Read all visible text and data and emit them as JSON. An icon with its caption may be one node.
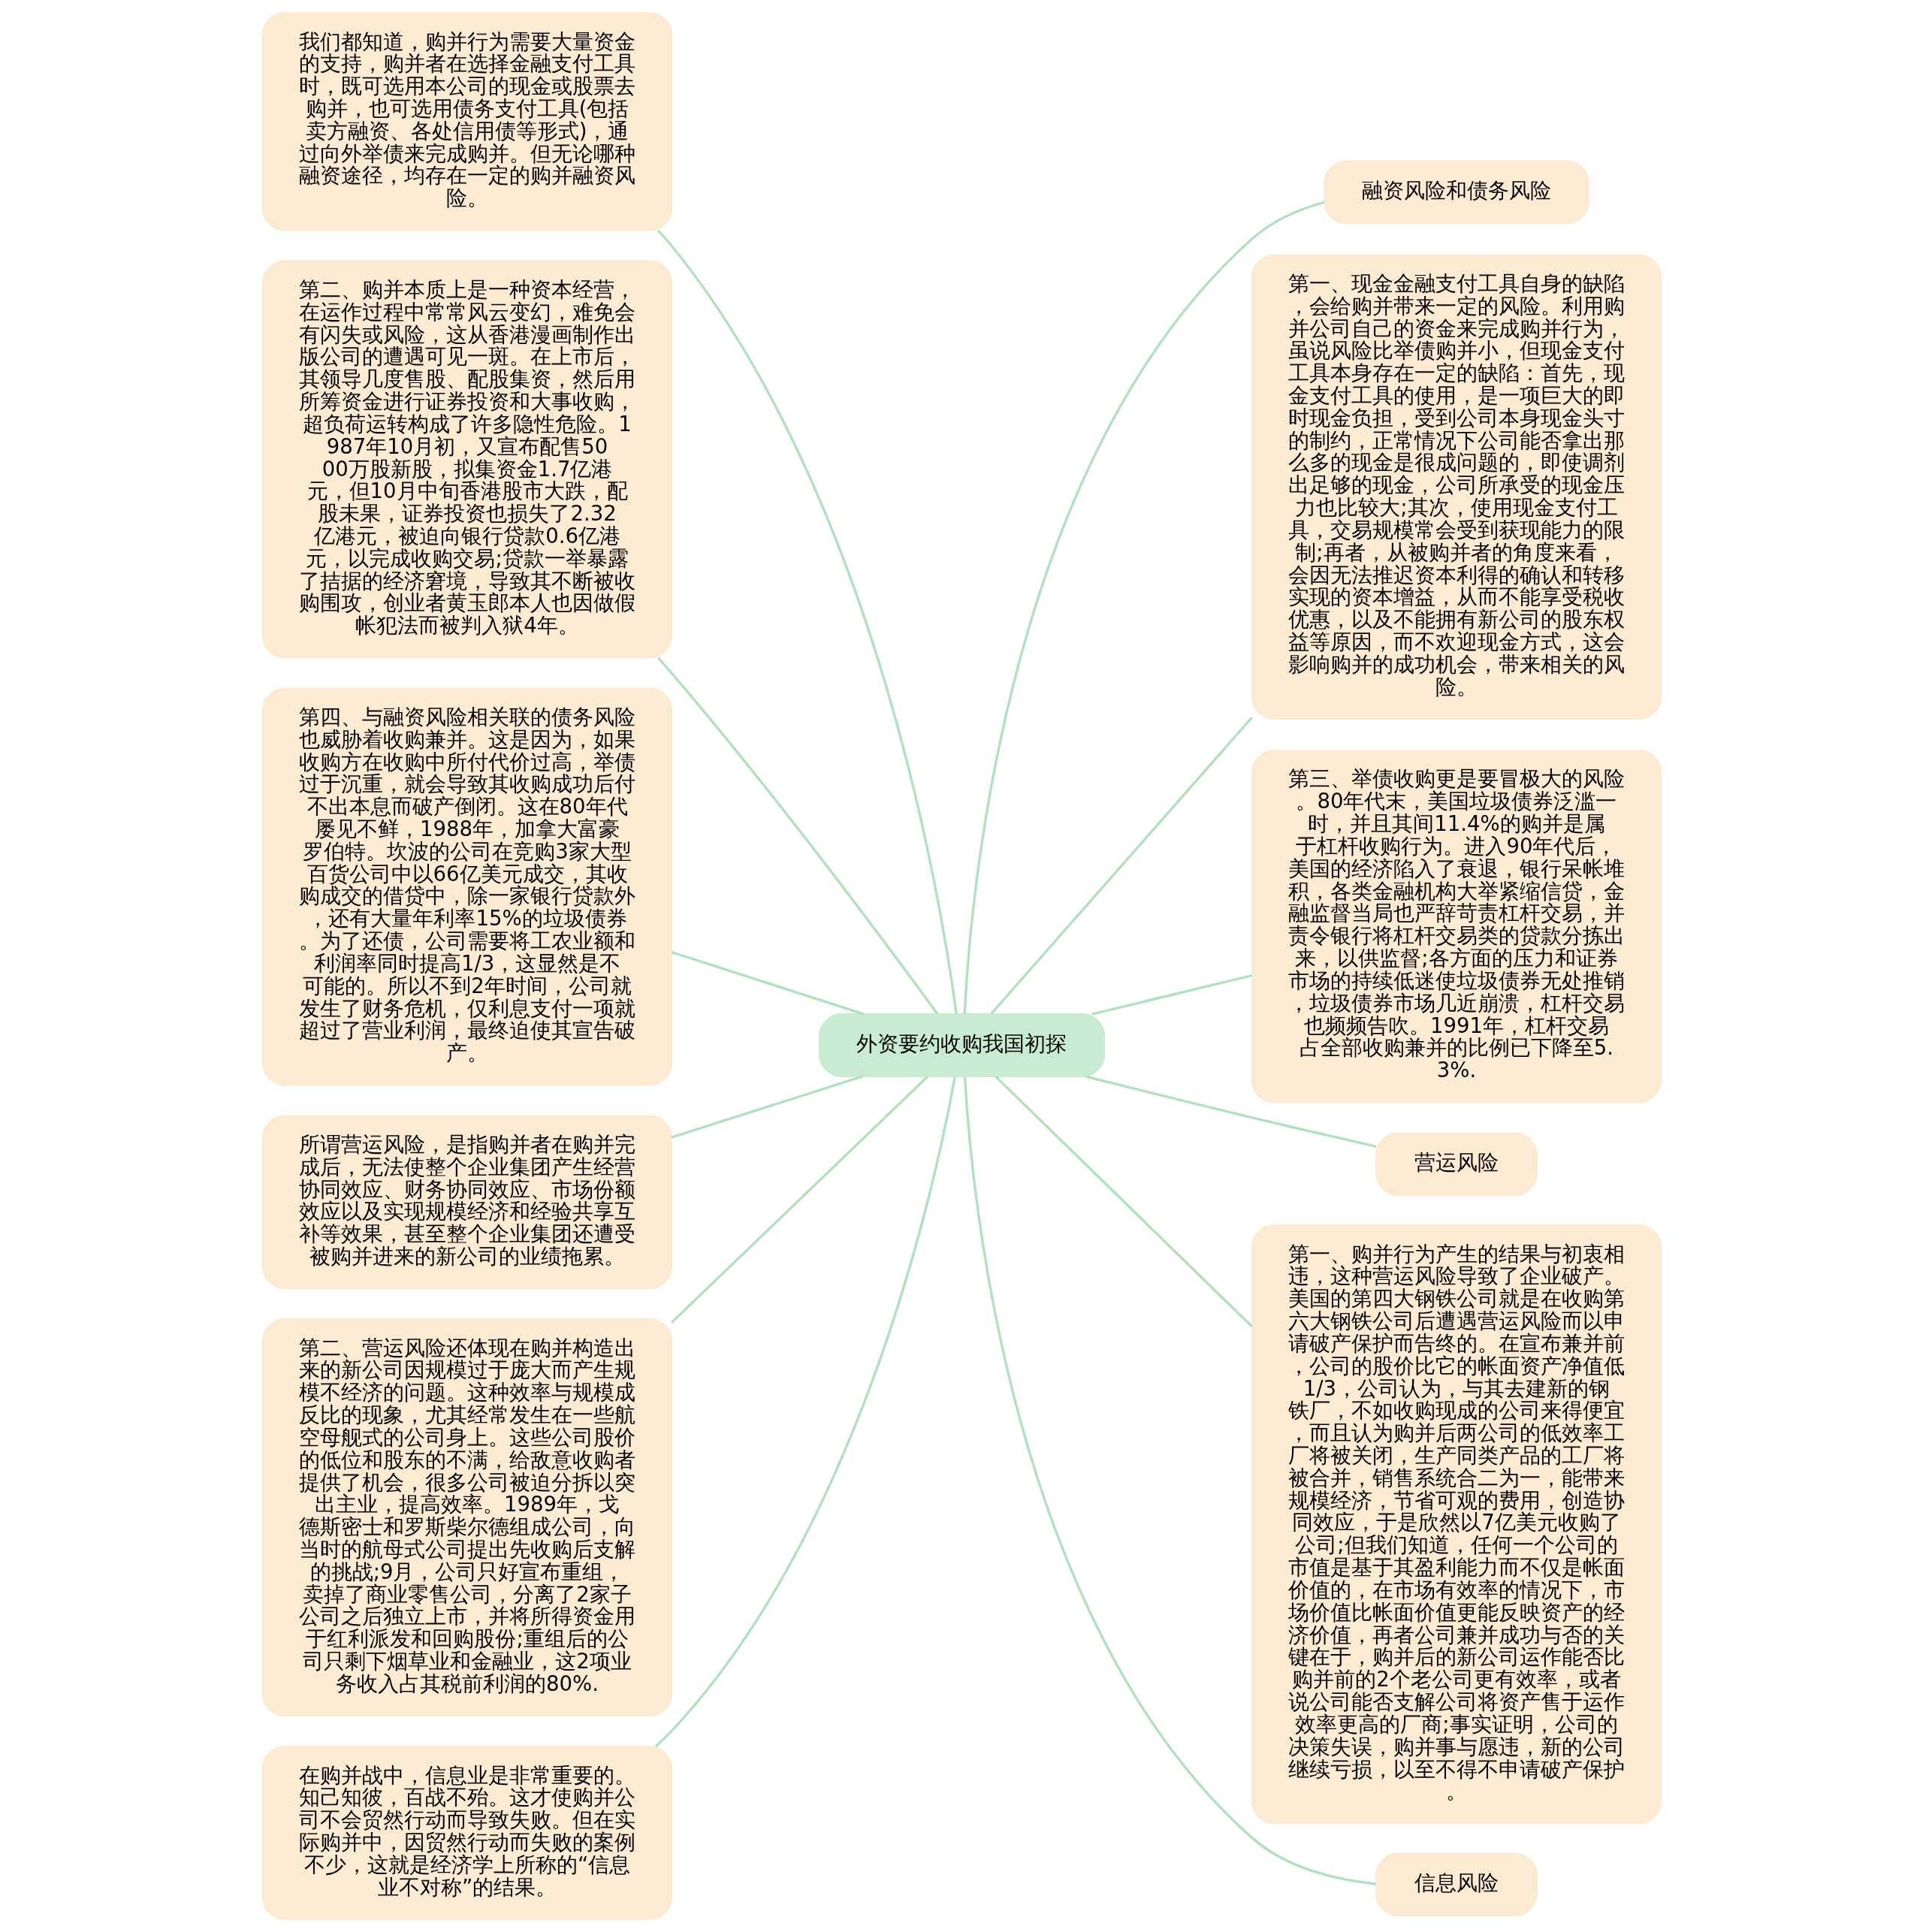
{
  "diagram": {
    "nodes": [
      {
        "text": [
          "外资要约收购我国初探"
        ]
      },
      {
        "text": [
          "融资风险和债务风险"
        ]
      },
      {
        "text": [
          "第一、现金金融支付工具自身的缺陷，会给购并带来一定的风险。利用购并公司自己的资金来完成购并行为，虽说风险比举债购并小，但现金支付工具本身存在一定的缺陷：首先，现金支付工具的使用，是一项巨大的即时现金负担，受到公司本身现金头寸的制约，正常情况下公司能否拿出那么多的现金是很成问题的，即使调剂出足够的现金，公司所承受的现金压力也比较大;其次，使用现金支付工具，交易规模常会受到获现能力的限制;再者，从被购并者的角度来看，会因无法推迟资本利得的确认和转移实现的资本增益，从而不能享受税收优惠，以及不能拥有新公司的股东权益等原因，而不欢迎现金方式，这会影响购并的成功机会，带来相关的风险。"
        ]
      },
      {
        "text": [
          "第三、举债收购更是要冒极大的风险。80年代末，美国垃圾债券泛滥一时，并且其间11.4%的购并是属于杠杆收购行为。进入90年代后，美国的经济陷入了衰退，银行呆帐堆积，各类金融机构大举紧缩信贷，金融监督当局也严辞苛责杠杆交易，并责令银行将杠杆交易类的贷款分拣出来，以供监督;各方面的压力和证券市场的持续低迷使垃圾债券无处推销，垃圾债券市场几近崩溃，杠杆交易也频频告吹。1991年，杠杆交易占全部收购兼并的比例已下降至5.3%."
        ]
      },
      {
        "text": [
          "营运风险"
        ]
      },
      {
        "text": [
          "第一、购并行为产生的结果与初衷相违，这种营运风险导致了企业破产。美国的第四大钢铁公司就是在收购第六大钢铁公司后遭遇营运风险而以申请破产保护而告终的。在宣布兼并前，公司的股价比它的帐面资产净值低1/3，公司认为，与其去建新的钢铁厂，不如收购现成的公司来得便宜，而且认为购并后两公司的低效率工厂将被关闭，生产同类产品的工厂将被合并，销售系统合二为一，能带来规模经济，节省可观的费用，创造协同效应，于是欣然以7亿美元收购了公司;但我们知道，任何一个公司的市值是基于其盈利能力而不仅是帐面价值的，在市场有效率的情况下，市场价值比帐面价值更能反映资产的经济价值，再者公司兼并成功与否的关键在于，购并后的新公司运作能否比购并前的2个老公司更有效率，或者说公司能否支解公司将资产售于运作效率更高的厂商;事实证明，公司的决策失误，购并事与愿违，新的公司继续亏损，以至不得不申请破产保护。"
        ]
      },
      {
        "text": [
          "信息风险"
        ]
      },
      {
        "text": [
          "我们都知道，购并行为需要大量资金的支持，购并者在选择金融支付工具时，既可选用本公司的现金或股票去购并，也可选用债务支付工具(包括卖方融资、各处信用债等形式)，通过向外举债来完成购并。但无论哪种融资途径，均存在一定的购并融资风险。"
        ]
      },
      {
        "text": [
          "第二、购并本质上是一种资本经营，在运作过程中常常风云变幻，难免会有闪失或风险，这从香港漫画制作出版公司的遭遇可见一斑。在上市后，其领导几度售股、配股集资，然后用所筹资金进行证券投资和大事收购，超负荷运转构成了许多隐性危险。1987年10月初，又宣布配售5000万股新股，拟集资金1.7亿港元，但10月中旬香港股市大跌，配股未果，证券投资也损失了2.32亿港元，被迫向银行贷款0.6亿港元，以完成收购交易;贷款一举暴露了拮据的经济窘境，导致其不断被收购围攻，创业者黄玉郎本人也因做假帐犯法而被判入狱4年。"
        ]
      },
      {
        "text": [
          "第四、与融资风险相关联的债务风险也威胁着收购兼并。这是因为，如果收购方在收购中所付代价过高，举债过于沉重，就会导致其收购成功后付不出本息而破产倒闭。这在80年代屡见不鲜，1988年，加拿大富豪罗伯特。坎波的公司在竞购3家大型百货公司中以66亿美元成交，其收购成交的借贷中，除一家银行贷款外，还有大量年利率15%的垃圾债券。为了还债，公司需要将工农业额和利润率同时提高1/3，这显然是不可能的。所以不到2年时间，公司就发生了财务危机，仅利息支付一项就超过了营业利润，最终迫使其宣告破产。"
        ]
      },
      {
        "text": [
          "所谓营运风险，是指购并者在购并完成后，无法使整个企业集团产生经营协同效应、财务协同效应、市场份额效应以及实现规模经济和经验共享互补等效果，甚至整个企业集团还遭受被购并进来的新公司的业绩拖累。"
        ]
      },
      {
        "text": [
          "第二、营运风险还体现在购并构造出来的新公司因规模过于庞大而产生规模不经济的问题。这种效率与规模成反比的现象，尤其经常发生在一些航空母舰式的公司身上。这些公司股价的低位和股东的不满，给敌意收购者提供了机会，很多公司被迫分拆以突出主业，提高效率。1989年，戈德斯密士和罗斯柴尔德组成公司，向当时的航母式公司提出先收购后支解的挑战;9月，公司只好宣布重组，卖掉了商业零售公司，分离了2家子公司之后独立上市，并将所得资金用于红利派发和回购股份;重组后的公司只剩下烟草业和金融业，这2项业务收入占其税前利润的80%."
        ]
      },
      {
        "text": [
          "在购并战中，信息业是非常重要的。知己知彼，百战不殆。这才使购并公司不会贸然行动而导致失败。但在实际购并中，因贸然行动而失败的案例不少，这就是经济学上所称的“信息业不对称”的结果。"
        ]
      }
    ],
    "edges": [
      {
        "from": 0,
        "to": 1,
        "arrow": "none"
      },
      {
        "from": 0,
        "to": 2,
        "arrow": "none"
      },
      {
        "from": 0,
        "to": 3,
        "arrow": "none"
      },
      {
        "from": 0,
        "to": 4,
        "arrow": "none"
      },
      {
        "from": 0,
        "to": 5,
        "arrow": "none"
      },
      {
        "from": 0,
        "to": 6,
        "arrow": "none"
      },
      {
        "from": 0,
        "to": 7,
        "arrow": "none"
      },
      {
        "from": 0,
        "to": 8,
        "arrow": "none"
      },
      {
        "from": 0,
        "to": 9,
        "arrow": "none"
      },
      {
        "from": 0,
        "to": 10,
        "arrow": "none"
      },
      {
        "from": 0,
        "to": 11,
        "arrow": "none"
      },
      {
        "from": 0,
        "to": 12,
        "arrow": "none"
      }
    ]
  }
}
